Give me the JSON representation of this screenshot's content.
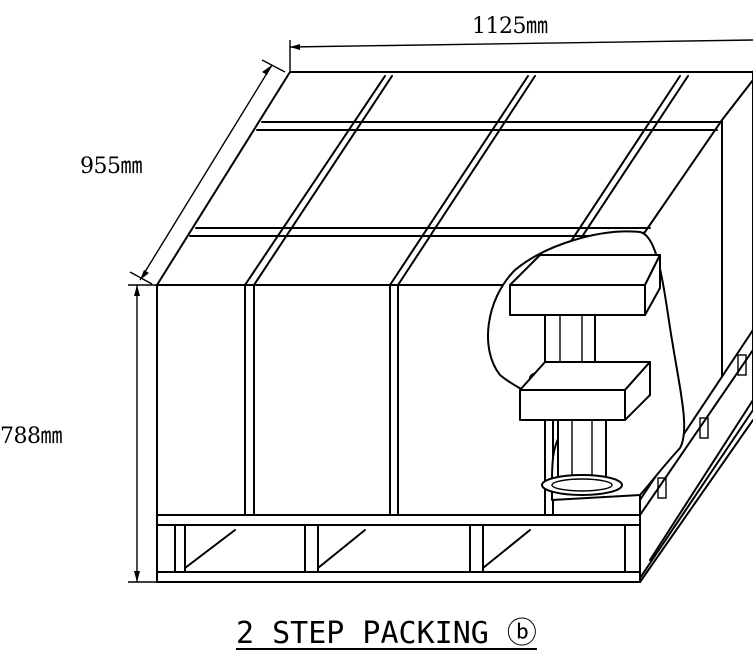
{
  "dimensions": {
    "width": "1125㎜",
    "depth": "955㎜",
    "height": "788㎜"
  },
  "caption": "2 STEP PACKING ⓑ"
}
